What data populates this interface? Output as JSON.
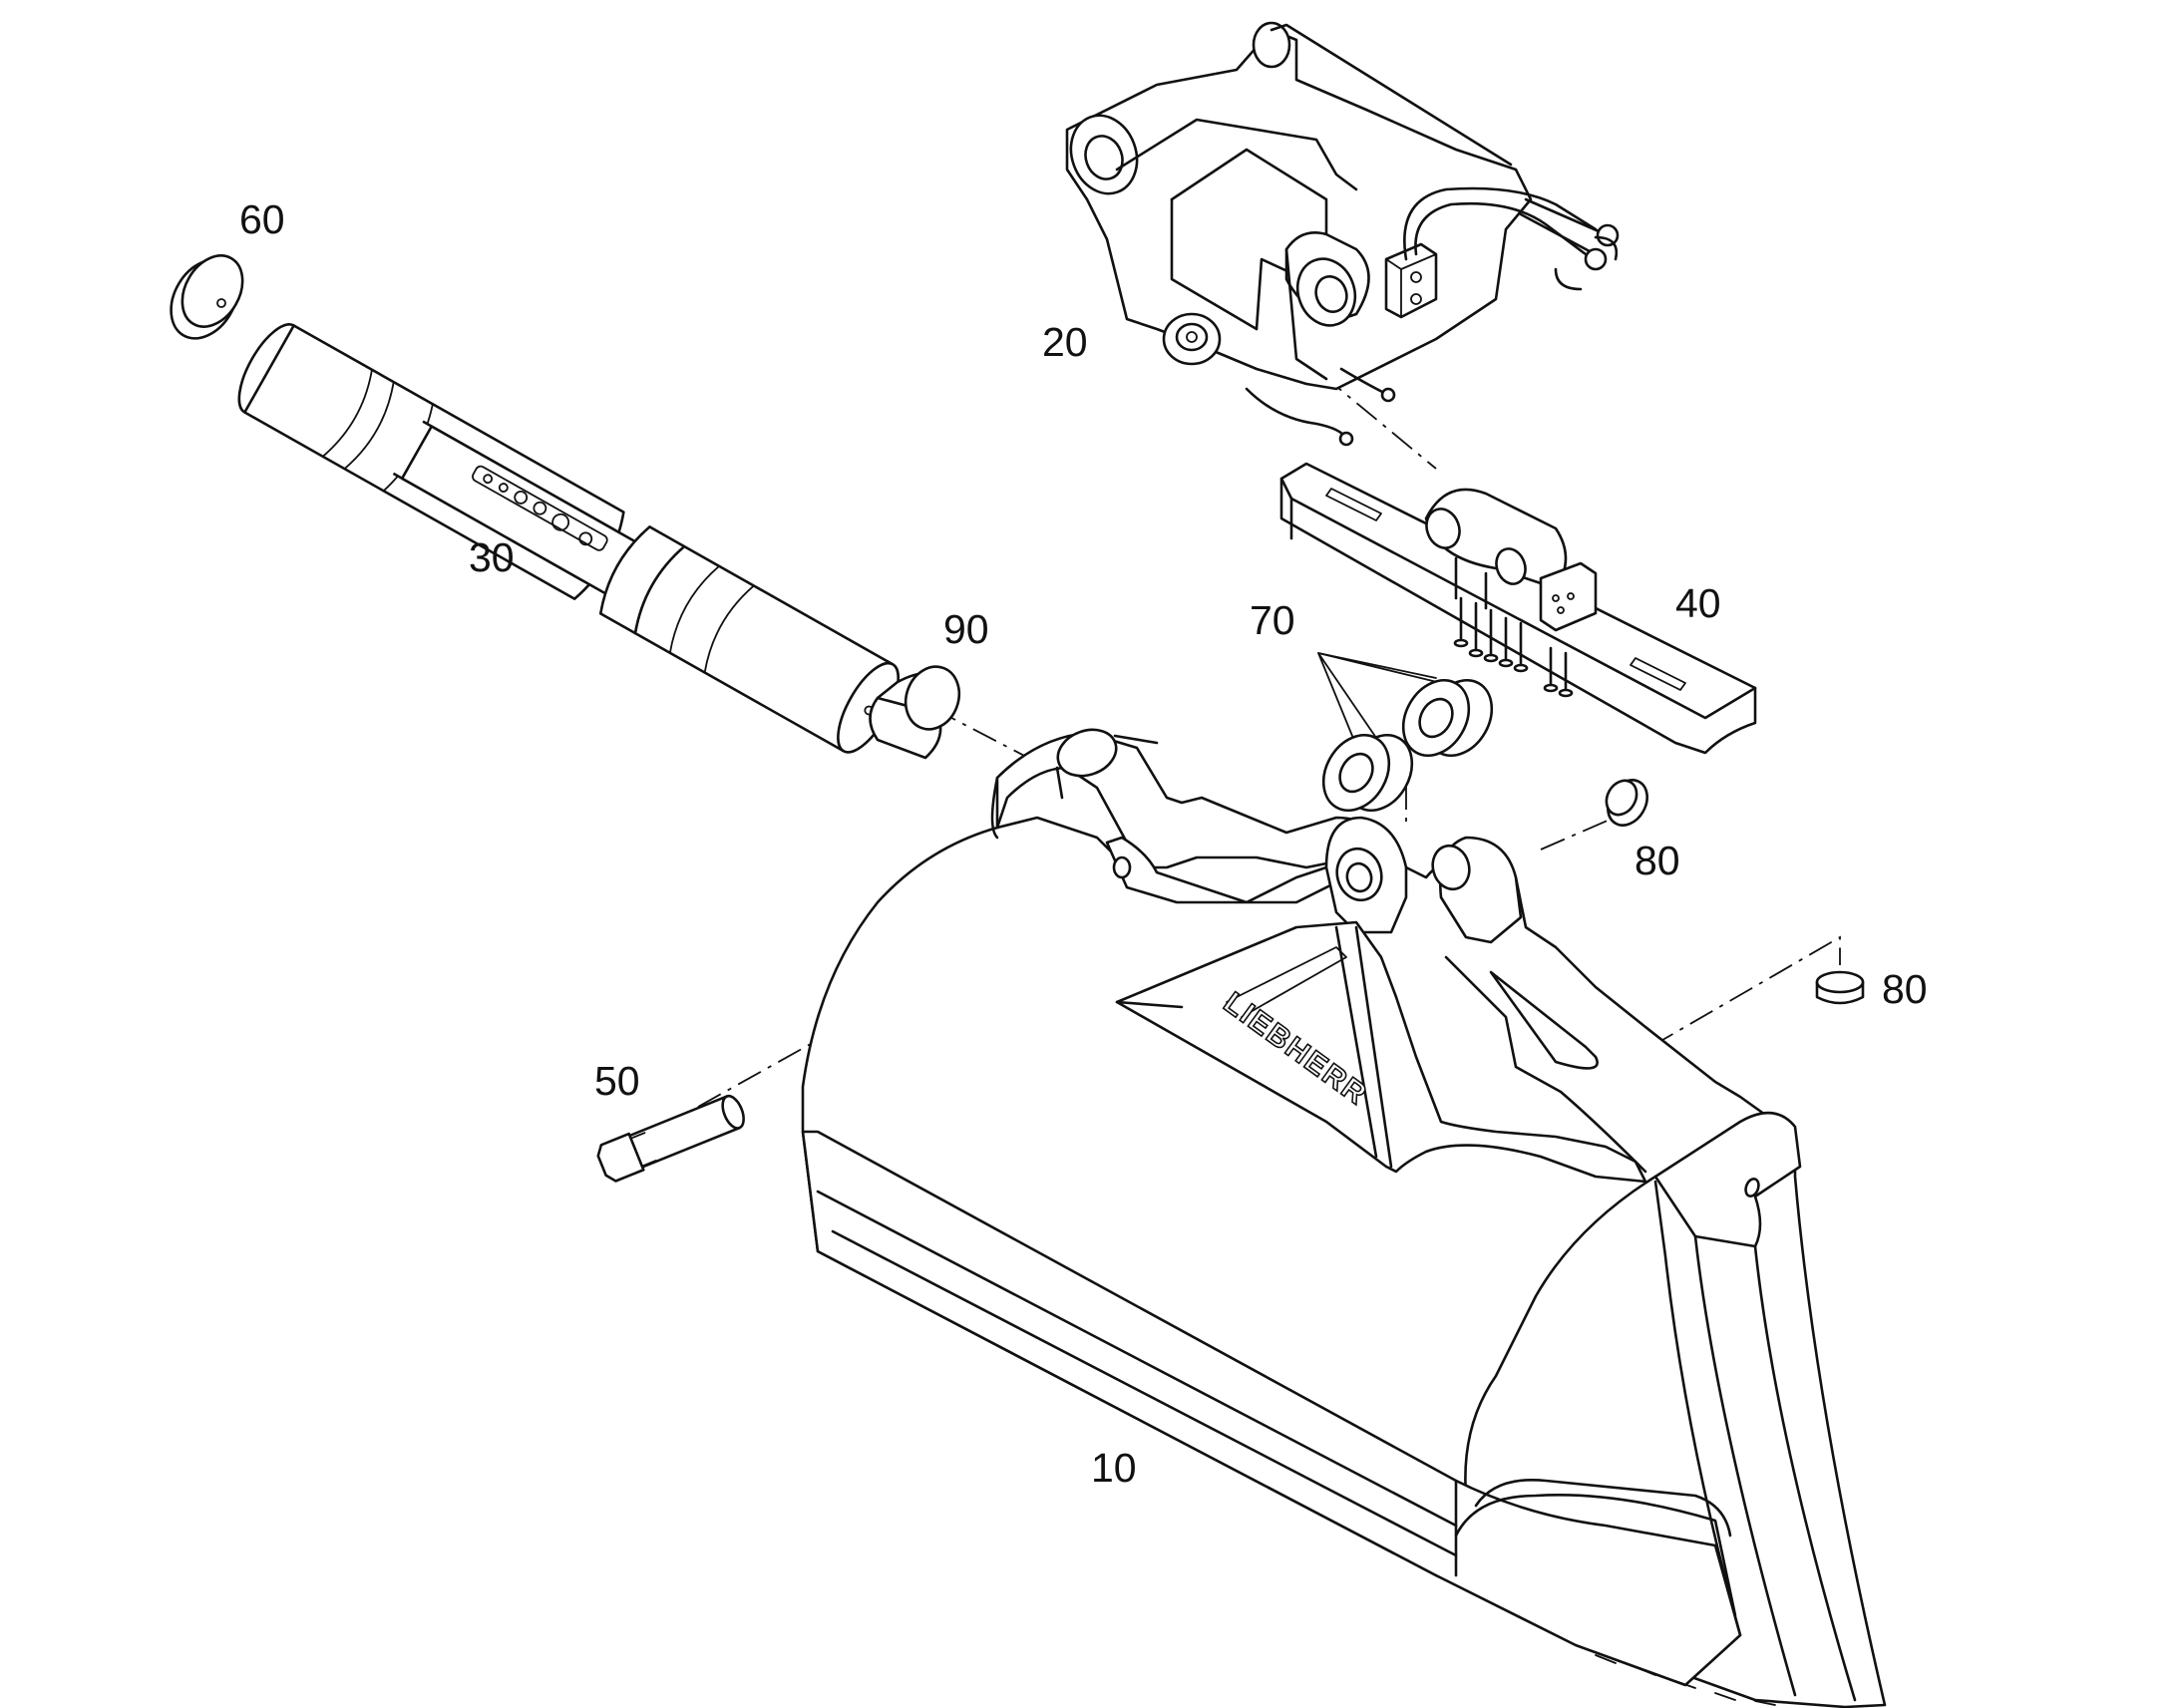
{
  "brand_text": "LIEBHERR",
  "callouts": {
    "c10": "10",
    "c20": "20",
    "c30": "30",
    "c40": "40",
    "c50": "50",
    "c60": "60",
    "c70": "70",
    "c80a": "80",
    "c80b": "80",
    "c90": "90"
  },
  "parts": {
    "p10": "bucket",
    "p20": "quick-coupler",
    "p30": "shaft",
    "p40": "hydraulic-distributor-bar",
    "p50": "pin",
    "p60": "end-cap",
    "p70": "bushings",
    "p80": "plug",
    "p90": "bushing"
  },
  "colors": {
    "line": "#111111",
    "background": "#ffffff"
  }
}
